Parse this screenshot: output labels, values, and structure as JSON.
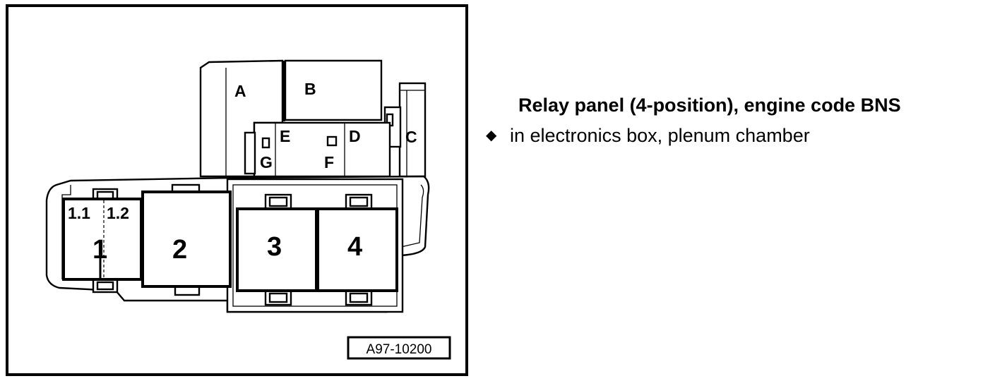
{
  "figure": {
    "code": "A97-10200",
    "labels": {
      "A": "A",
      "B": "B",
      "C": "C",
      "D": "D",
      "E": "E",
      "F": "F",
      "G": "G",
      "r1": "1",
      "r1_1": "1.1",
      "r1_2": "1.2",
      "r2": "2",
      "r3": "3",
      "r4": "4"
    }
  },
  "caption": {
    "title": "Relay panel (4-position),  engine code BNS",
    "bullet_icon": "diamond-bullet-icon",
    "bullet_text": "in electronics box, plenum chamber"
  }
}
